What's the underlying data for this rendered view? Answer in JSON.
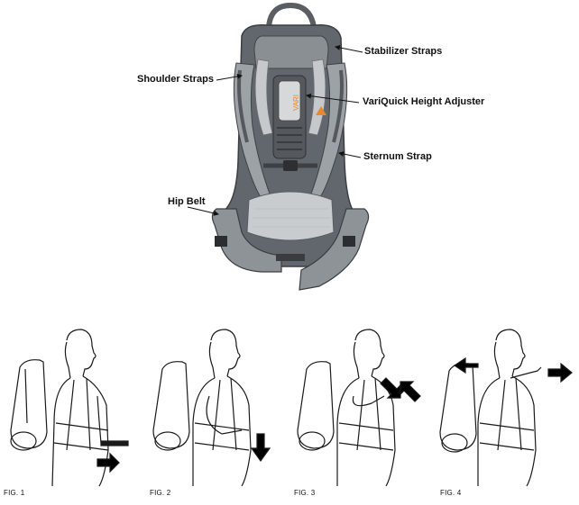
{
  "callouts": {
    "stabilizer_straps": "Stabilizer Straps",
    "shoulder_straps": "Shoulder Straps",
    "variquick_height_adjuster": "VariQuick Height Adjuster",
    "sternum_strap": "Sternum Strap",
    "hip_belt": "Hip Belt"
  },
  "figures": [
    {
      "label": "FIG. 1"
    },
    {
      "label": "FIG. 2"
    },
    {
      "label": "FIG. 3"
    },
    {
      "label": "FIG. 4"
    }
  ],
  "colors": {
    "frame_dark": "#4d5156",
    "frame_mid": "#7c8187",
    "frame_light": "#a9aeb3",
    "mesh": "#c9ccce",
    "accent_orange": "#e58a2e",
    "line": "#111111"
  }
}
